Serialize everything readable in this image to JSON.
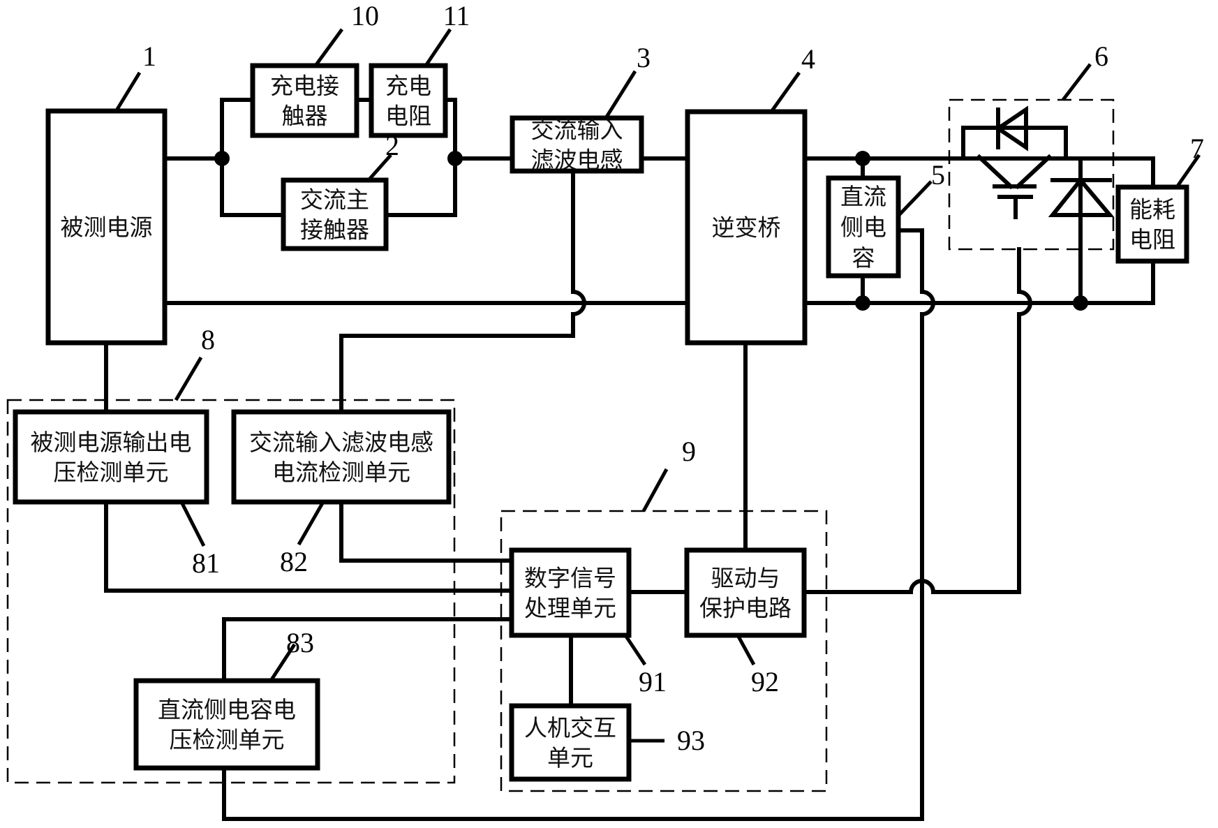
{
  "diagram": {
    "type": "block-circuit-diagram",
    "colors": {
      "line": "#000000",
      "background": "#ffffff"
    },
    "components": [
      {
        "id": "1",
        "lines": [
          "被测电源"
        ]
      },
      {
        "id": "10",
        "lines": [
          "充电接",
          "触器"
        ]
      },
      {
        "id": "11",
        "lines": [
          "充电",
          "电阻"
        ]
      },
      {
        "id": "2",
        "lines": [
          "交流主",
          "接触器"
        ]
      },
      {
        "id": "3",
        "lines": [
          "交流输入",
          "滤波电感"
        ]
      },
      {
        "id": "4",
        "lines": [
          "逆变桥"
        ]
      },
      {
        "id": "5",
        "lines": [
          "直流",
          "侧电",
          "容"
        ]
      },
      {
        "id": "6",
        "lines": [],
        "note": "IGBT with antiparallel diode and freewheel diode (dashed group)"
      },
      {
        "id": "7",
        "lines": [
          "能耗",
          "电阻"
        ]
      },
      {
        "id": "81",
        "lines": [
          "被测电源输出电",
          "压检测单元"
        ]
      },
      {
        "id": "82",
        "lines": [
          "交流输入滤波电感",
          "电流检测单元"
        ]
      },
      {
        "id": "83",
        "lines": [
          "直流侧电容电",
          "压检测单元"
        ]
      },
      {
        "id": "91",
        "lines": [
          "数字信号",
          "处理单元"
        ]
      },
      {
        "id": "92",
        "lines": [
          "驱动与",
          "保护电路"
        ]
      },
      {
        "id": "93",
        "lines": [
          "人机交互",
          "单元"
        ]
      }
    ],
    "groups": [
      {
        "id": "8",
        "members": [
          "81",
          "82",
          "83"
        ]
      },
      {
        "id": "9",
        "members": [
          "91",
          "92",
          "93"
        ]
      },
      {
        "id": "6",
        "members": [
          "igbt",
          "antiparallel-diode",
          "freewheel-diode"
        ]
      }
    ],
    "labels": [
      "1",
      "10",
      "11",
      "2",
      "3",
      "4",
      "5",
      "6",
      "7",
      "8",
      "81",
      "82",
      "83",
      "9",
      "91",
      "92",
      "93"
    ],
    "icons": {
      "junction": "junction-dot-icon",
      "crossover": "wire-hop-icon",
      "igbt": "igbt-icon",
      "diode": "diode-icon"
    }
  }
}
